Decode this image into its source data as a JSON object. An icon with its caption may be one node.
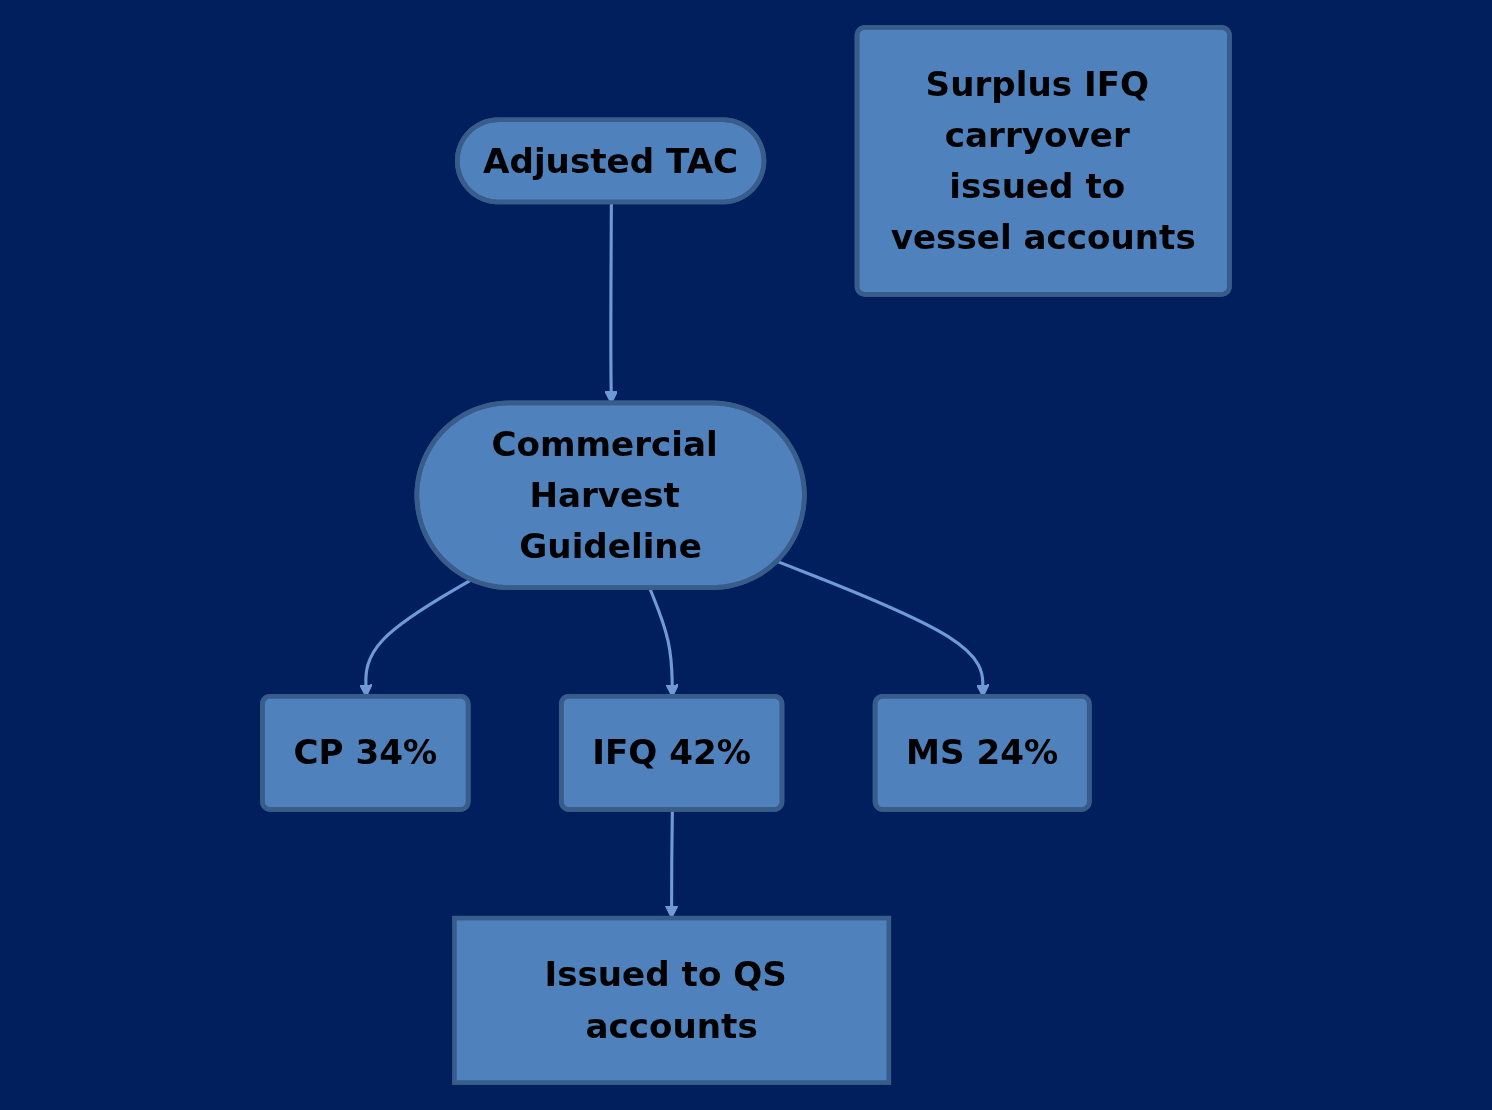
{
  "diagram": {
    "nodes": [
      {
        "text": [
          "Adjusted TAC"
        ]
      },
      {
        "text": [
          "Commercial Harvest Guideline"
        ]
      },
      {
        "text": [
          "CP 34%"
        ]
      },
      {
        "text": [
          "IFQ 42%"
        ]
      },
      {
        "text": [
          "MS 24%"
        ]
      },
      {
        "text": [
          "Issued to QS accounts"
        ]
      },
      {
        "text": [
          "Surplus IFQ carryover issued to vessel accounts"
        ]
      }
    ],
    "edges": [
      {
        "from": 0,
        "to": 1,
        "arrow": "to"
      },
      {
        "from": 1,
        "to": 2,
        "arrow": "to"
      },
      {
        "from": 1,
        "to": 3,
        "arrow": "to"
      },
      {
        "from": 1,
        "to": 4,
        "arrow": "to"
      },
      {
        "from": 3,
        "to": 5,
        "arrow": "to"
      }
    ]
  }
}
